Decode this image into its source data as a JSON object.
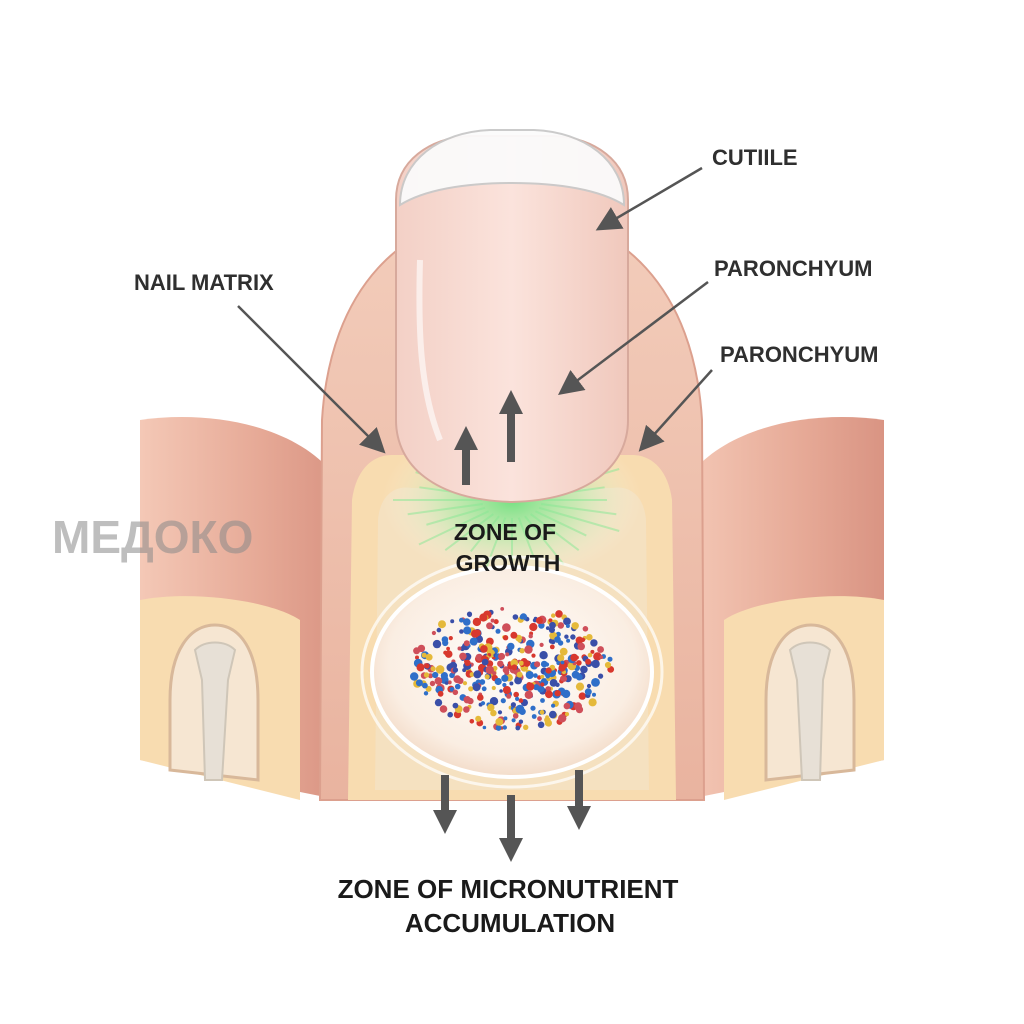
{
  "labels": {
    "cuticle": "CUTIILE",
    "paronychium_1": "PARONCHYUM",
    "paronychium_2": "PARONCHYUM",
    "nail_matrix": "NAIL MATRIX",
    "zone_growth_1": "ZONE OF",
    "zone_growth_2": "GROWTH",
    "zone_micro_1": "ZONE OF MICRONUTRIENT",
    "zone_micro_2": "ACCUMULATION"
  },
  "watermark": "МЕДОКО",
  "colors": {
    "skin": "#f0c2ae",
    "skin_dark": "#e3a592",
    "tissue": "#f8dcb0",
    "nail": "#f6d2c8",
    "bone": "#e7e0d6",
    "growth_glow": "#6fe37f",
    "pointer": "#555555",
    "particles": [
      "#2f6fc9",
      "#d8382e",
      "#e5b93a",
      "#3a4fa8",
      "#cf4f5a"
    ]
  }
}
